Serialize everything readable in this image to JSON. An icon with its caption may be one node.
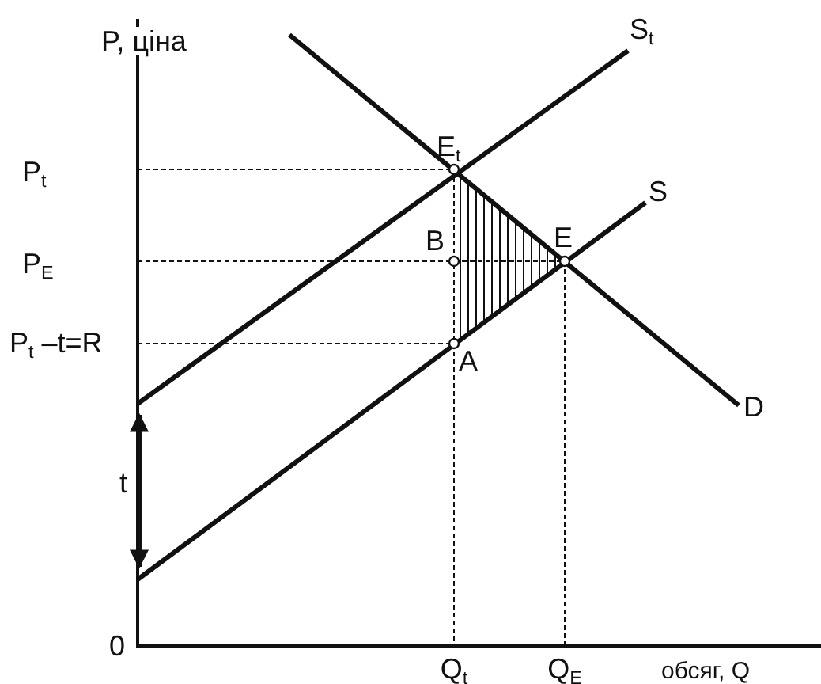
{
  "diagram": {
    "labels": [
      "P, ціна",
      "P$_{t}$",
      "P$_{E}$",
      "P$_{t}$ –t=R",
      "t",
      "0",
      "S$_{t}$",
      "E$_{t}$",
      "S",
      "B",
      "E",
      "A",
      "D",
      "Q$_{t}$",
      "Q$_{E}$",
      "обсяг, Q"
    ]
  }
}
